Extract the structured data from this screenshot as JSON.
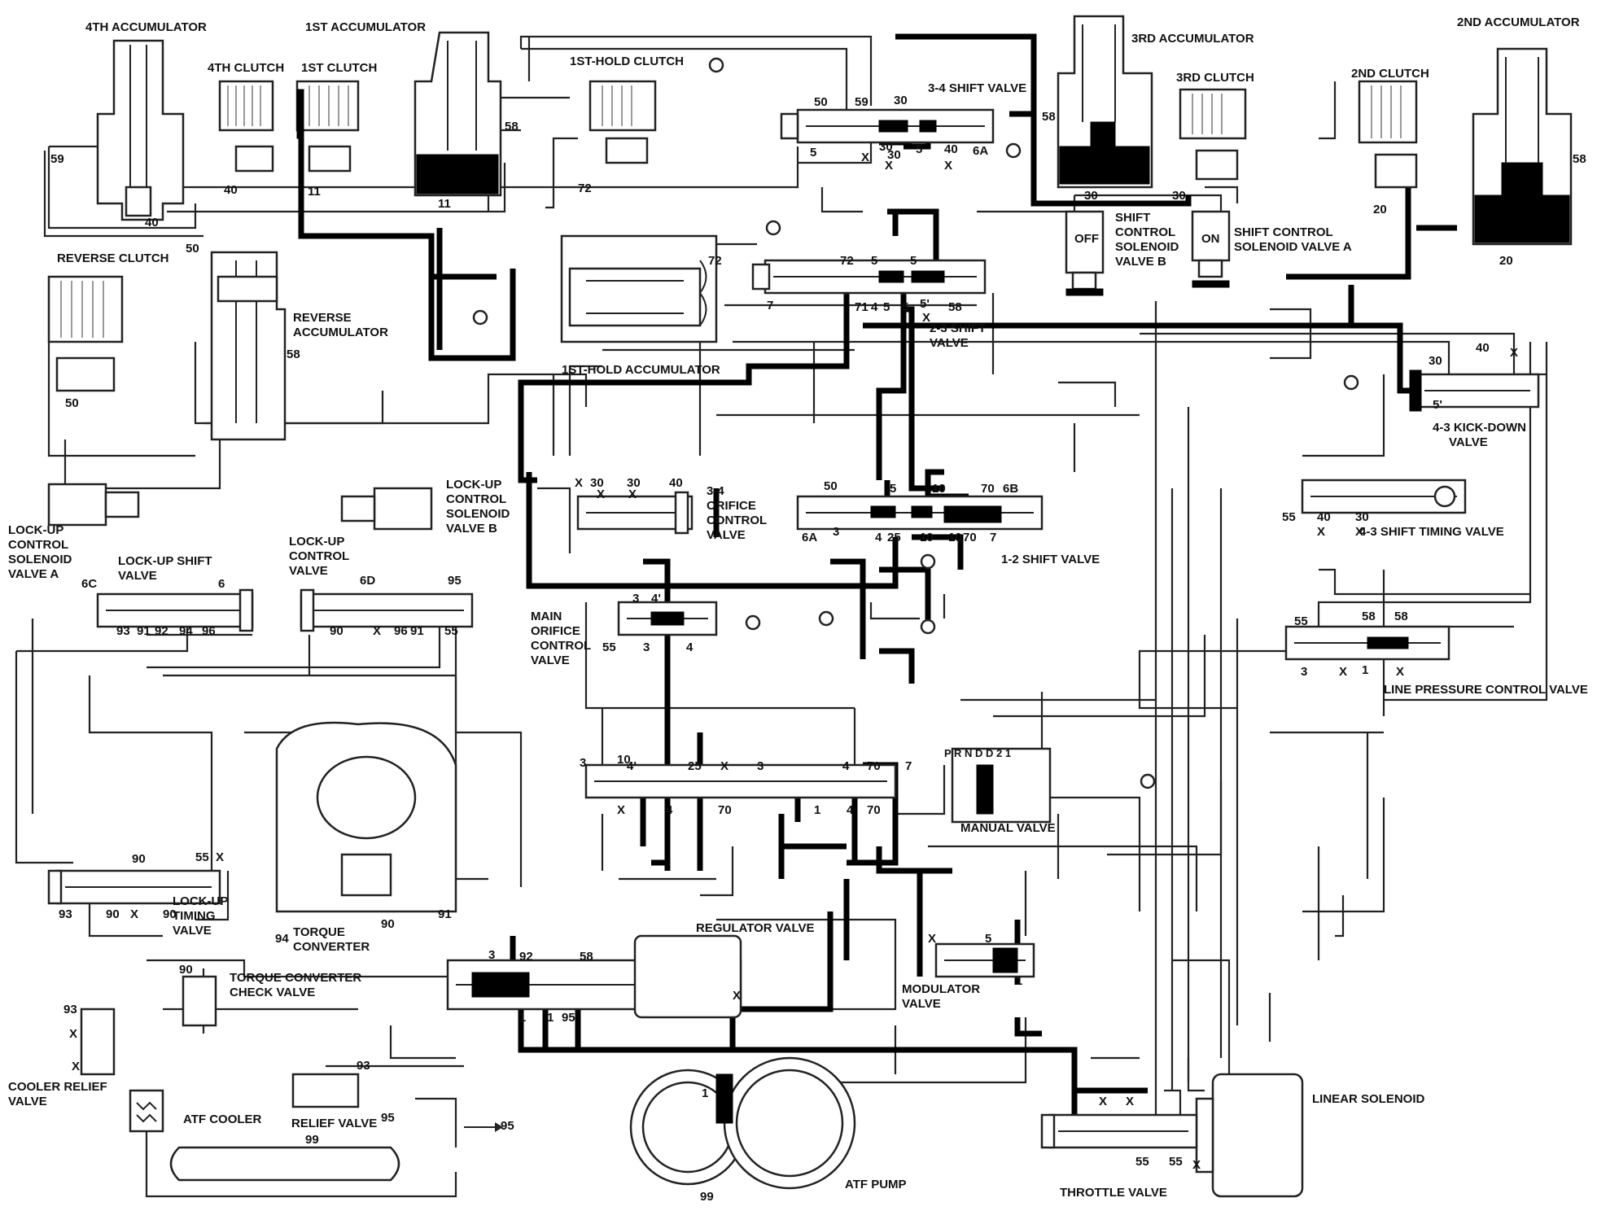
{
  "labels": {
    "acc4": "4TH ACCUMULATOR",
    "acc1": "1ST ACCUMULATOR",
    "acc3": "3RD ACCUMULATOR",
    "acc2": "2ND ACCUMULATOR",
    "clutch4": "4TH CLUTCH",
    "clutch1": "1ST CLUTCH",
    "clutch1hold": "1ST-HOLD CLUTCH",
    "valve34": "3-4 SHIFT VALVE",
    "clutch3": "3RD CLUTCH",
    "clutch2": "2ND CLUTCH",
    "revclutch": "REVERSE CLUTCH",
    "revacc_1": "REVERSE",
    "revacc_2": "ACCUMULATOR",
    "solB_1": "SHIFT",
    "solB_2": "CONTROL",
    "solB_3": "SOLENOID",
    "solB_4": "VALVE B",
    "solA_1": "SHIFT  CONTROL",
    "solA_2": "SOLENOID VALVE A",
    "off": "OFF",
    "on": "ON",
    "valve23_1": "2-3 SHIFT",
    "valve23_2": "VALVE",
    "acc1hold": "1ST-HOLD ACCUMULATOR",
    "kick43_1": "4-3 KICK-DOWN",
    "kick43_2": "VALVE",
    "lusolB_1": "LOCK-UP",
    "lusolB_2": "CONTROL",
    "lusolB_3": "SOLENOID",
    "lusolB_4": "VALVE B",
    "orif34_1": "3-4",
    "orif34_2": "ORIFICE",
    "orif34_3": "CONTROL",
    "orif34_4": "VALVE",
    "timing43": "4-3 SHIFT TIMING VALVE",
    "lusolA_1": "LOCK-UP",
    "lusolA_2": "CONTROL",
    "lusolA_3": "SOLENOID",
    "lusolA_4": "VALVE A",
    "lushift_1": "LOCK-UP SHIFT",
    "lushift_2": "VALVE",
    "luctrl_1": "LOCK-UP",
    "luctrl_2": "CONTROL",
    "luctrl_3": "VALVE",
    "valve12": "1-2 SHIFT VALVE",
    "mainorif_1": "MAIN",
    "mainorif_2": "ORIFICE",
    "mainorif_3": "CONTROL",
    "mainorif_4": "VALVE",
    "linepress": "LINE PRESSURE CONTROL VALVE",
    "manual": "MANUAL VALVE",
    "gears": "P R N D D 2 1",
    "lutiming_1": "LOCK-UP",
    "lutiming_2": "TIMING",
    "lutiming_3": "VALVE",
    "tc_1": "TORQUE",
    "tc_2": "CONVERTER",
    "regulator": "REGULATOR VALVE",
    "tccheck_1": "TORQUE CONVERTER",
    "tccheck_2": "CHECK VALVE",
    "modulator_1": "MODULATOR",
    "modulator_2": "VALVE",
    "cooler_relief_1": "COOLER RELIEF",
    "cooler_relief_2": "VALVE",
    "atf_cooler": "ATF COOLER",
    "relief": "RELIEF VALVE",
    "atf_pump": "ATF PUMP",
    "linear_sol": "LINEAR SOLENOID",
    "throttle": "THROTTLE  VALVE",
    "arrow95": "95"
  },
  "ports": {
    "p59a": "59",
    "p40a": "40",
    "p40b": "40",
    "p11a": "11",
    "p11b": "11",
    "p58a": "58",
    "p50a": "50",
    "p50b": "50",
    "p58b": "58",
    "p72a": "72",
    "p72b": "72",
    "p50c": "50",
    "p59b": "59",
    "p30a": "30",
    "p30b": "30",
    "p5a": "5",
    "p30c": "30",
    "p5b": "5",
    "p40c": "40",
    "p6a": "6A",
    "pXa": "X",
    "pXb": "X",
    "pXc": "X",
    "p58c": "58",
    "p30d": "30",
    "p30e": "30",
    "p20a": "20",
    "p58d": "58",
    "p20b": "20",
    "p72c": "72",
    "p5c": "5",
    "p5d": "5",
    "p7a": "7",
    "p71": "71",
    "p4a": "4",
    "p5e": "5",
    "p5f": "5",
    "p5g": "5'",
    "p58e": "58",
    "pXd": "X",
    "p30f": "30",
    "p40d": "40",
    "pXe": "X",
    "p5h": "5'",
    "p30g": "30",
    "p30h": "30",
    "p40e": "40",
    "pXf": "X",
    "pXg": "X",
    "pXh": "X",
    "p50d": "50",
    "p5i": "5",
    "p10a": "10",
    "p70a": "70",
    "p6b": "6B",
    "p6a2": "6A",
    "p3a": "3",
    "p4b": "4",
    "p25a": "25",
    "p10b": "10",
    "p10c": "10",
    "p70b": "70",
    "p7b": "7",
    "p55a": "55",
    "p40f": "40",
    "pXi": "X",
    "p30i": "30",
    "pXj": "X",
    "p6c": "6C",
    "p6": "6",
    "p6d": "6D",
    "p95a": "95",
    "p93a": "93",
    "p91a": "91",
    "p92a": "92",
    "p94a": "94",
    "p96a": "96",
    "p90a": "90",
    "pXk": "X",
    "p96b": "96",
    "p91b": "91",
    "p55b": "55",
    "p3b": "3",
    "p4c": "4'",
    "p3c": "3",
    "p55c": "55",
    "p4d": "4",
    "p55d": "55",
    "p58f": "58",
    "p58g": "58",
    "p3d": "3",
    "pXl": "X",
    "p1a": "1",
    "pXm": "X",
    "p3e": "3",
    "p10d": "10",
    "p4e": "4'",
    "p25b": "25",
    "pXn": "X",
    "p3f": "3",
    "p4f": "4",
    "p70c": "70",
    "p7c": "7",
    "pXo": "X",
    "p4g": "4",
    "p70d": "70",
    "p1b": "1",
    "p4h": "4",
    "p70e": "70",
    "p90b": "90",
    "p55e": "55",
    "pXp": "X",
    "p93b": "93",
    "p90c": "90",
    "pXq": "X",
    "p90d": "90",
    "p91c": "91",
    "p94b": "94",
    "p90e": "90",
    "p3g": "3",
    "p92b": "92",
    "p58h": "58",
    "pXr": "X",
    "p1c": "1",
    "p1d": "1",
    "p95b": "95",
    "p5j": "5",
    "p1e": "1",
    "pXs": "X",
    "p90f": "90",
    "p93c": "93",
    "pXt": "X",
    "pXu": "X",
    "p93d": "93",
    "p95c": "95",
    "p99a": "99",
    "p99b": "99",
    "p1f": "1",
    "pXv": "X",
    "pXw": "X",
    "p55f": "55",
    "p55g": "55",
    "pXx": "X"
  },
  "gear_letters": [
    "P",
    "R",
    "N",
    "D",
    "D",
    "2",
    "1"
  ]
}
